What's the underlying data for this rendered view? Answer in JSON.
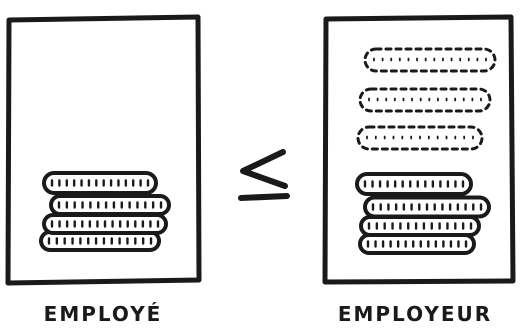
{
  "diagram": {
    "left_panel": {
      "caption": "EMPLOYÉ",
      "coin_count": 4
    },
    "relation_symbol": "≤",
    "right_panel": {
      "caption": "EMPLOYEUR",
      "coin_count": 4,
      "dashed_coin_count": 3
    },
    "colors": {
      "ink": "#1a1a1a",
      "background": "#ffffff"
    }
  }
}
